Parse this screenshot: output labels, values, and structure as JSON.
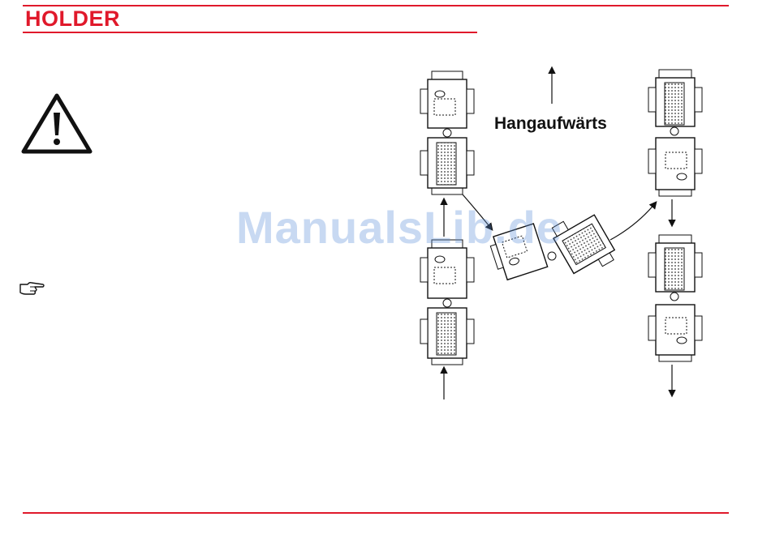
{
  "header": {
    "logo_text": "HOLDER",
    "brand_color": "#e0192b"
  },
  "icons": {
    "warning": "warning-triangle-icon",
    "note": "pointing-hand-icon"
  },
  "diagram": {
    "label": "Hangaufwärts"
  },
  "watermark": {
    "text": "ManualsLib.de"
  }
}
